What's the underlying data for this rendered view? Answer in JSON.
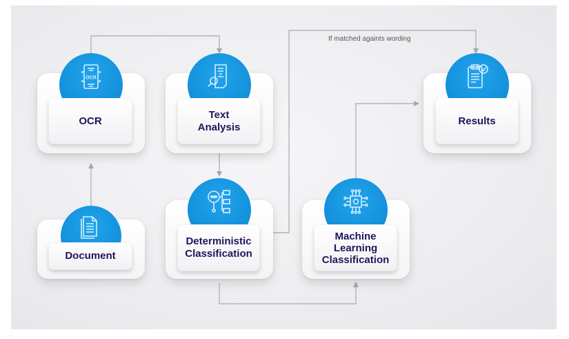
{
  "diagram": {
    "title": "",
    "nodes": [
      {
        "id": "ocr",
        "label": "OCR",
        "icon": "ocr-scan-icon"
      },
      {
        "id": "text_analysis",
        "label": "Text Analysis",
        "label_lines": [
          "Text",
          "Analysis"
        ],
        "icon": "document-search-icon"
      },
      {
        "id": "results",
        "label": "Results",
        "icon": "clipboard-check-icon"
      },
      {
        "id": "document",
        "label": "Document",
        "icon": "document-pages-icon"
      },
      {
        "id": "deterministic",
        "label": "Deterministic Classification",
        "label_lines": [
          "Deterministic",
          "Classification"
        ],
        "icon": "magnifier-tree-icon"
      },
      {
        "id": "ml",
        "label": "Machine Learning Classification",
        "label_lines": [
          "Machine",
          "Learning",
          "Classification"
        ],
        "icon": "chip-gear-icon"
      }
    ],
    "edges": [
      {
        "from": "document",
        "to": "ocr",
        "label": ""
      },
      {
        "from": "ocr",
        "to": "text_analysis",
        "label": ""
      },
      {
        "from": "text_analysis",
        "to": "deterministic",
        "label": ""
      },
      {
        "from": "deterministic",
        "to": "results",
        "label": "If matched againts wording"
      },
      {
        "from": "deterministic",
        "to": "ml",
        "label": ""
      },
      {
        "from": "ml",
        "to": "results",
        "label": ""
      }
    ],
    "annotation": "If matched againts wording"
  },
  "colors": {
    "accent": "#1592dc",
    "label_text": "#22145c",
    "connector": "#a6a6ab"
  }
}
